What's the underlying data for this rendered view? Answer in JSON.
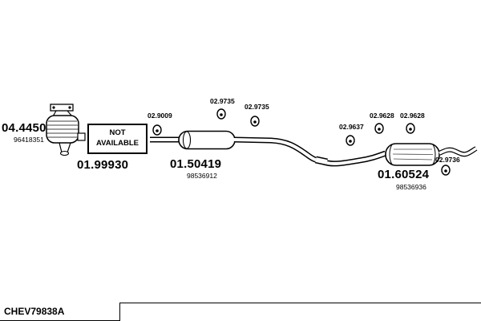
{
  "footer": {
    "code": "CHEV79838A"
  },
  "catalytic": {
    "code": "04.4450",
    "part": "96418351"
  },
  "not_available": {
    "line1": "NOT",
    "line2": "AVAILABLE",
    "code": "01.99930"
  },
  "mid_muffler": {
    "code": "01.50419",
    "part": "98536912"
  },
  "rear_muffler": {
    "code": "01.60524",
    "part": "98536936"
  },
  "hangers": [
    {
      "code": "02.9009"
    },
    {
      "code": "02.9735"
    },
    {
      "code": "02.9735"
    },
    {
      "code": "02.9637"
    },
    {
      "code": "02.9628"
    },
    {
      "code": "02.9628"
    },
    {
      "code": "02.9736"
    }
  ],
  "colors": {
    "ink": "#000000",
    "background": "#ffffff"
  }
}
